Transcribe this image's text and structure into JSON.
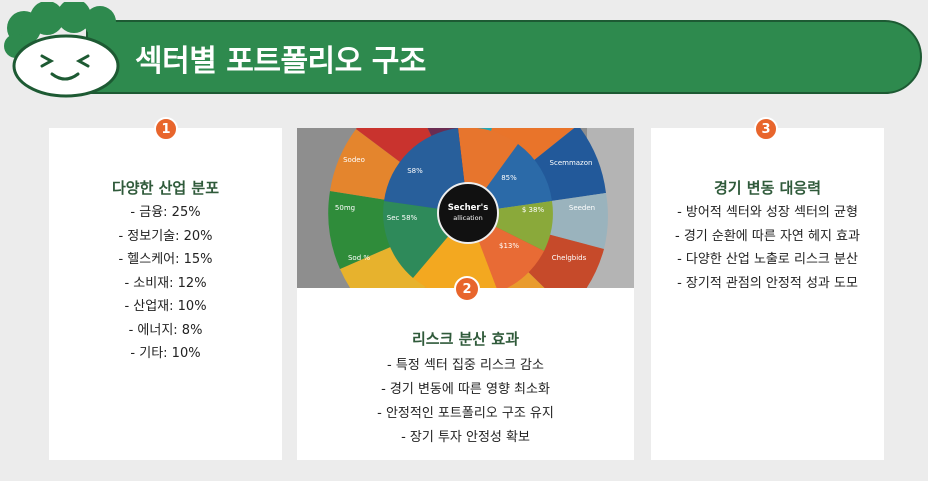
{
  "header": {
    "title": "섹터별 포트폴리오 구조"
  },
  "colors": {
    "header_green": "#2e8a4e",
    "badge_orange": "#e8652c",
    "title_green": "#2f5a3a"
  },
  "cards": [
    {
      "badge": "1",
      "title": "다양한 산업 분포",
      "items": [
        "- 금융: 25%",
        "- 정보기술: 20%",
        "- 헬스케어: 15%",
        "- 소비재: 12%",
        "- 산업재: 10%",
        "- 에너지: 8%",
        "- 기타: 10%"
      ]
    },
    {
      "badge": "2",
      "title": "리스크 분산 효과",
      "items": [
        "- 특정 섹터 집중 리스크 감소",
        "- 경기 변동에 따른 영향 최소화",
        "- 안정적인 포트폴리오 구조 유지",
        "- 장기 투자 안정성 확보"
      ],
      "image": {
        "center": [
          "Secher's",
          "allication"
        ],
        "labels": [
          "Sodeo",
          "50mg",
          "Sod %",
          "S8%",
          "Sec 58%",
          "85%",
          "$ 38%",
          "$13%",
          "Scemmazon",
          "Seeden",
          "Chelgbids"
        ]
      }
    },
    {
      "badge": "3",
      "title": "경기 변동 대응력",
      "items": [
        "- 방어적 섹터와 성장 섹터의 균형",
        "- 경기 순환에 따른 자연 헤지 효과",
        "- 다양한 산업 노출로 리스크 분산",
        "- 장기적 관점의 안정적 성과 도모"
      ]
    }
  ]
}
